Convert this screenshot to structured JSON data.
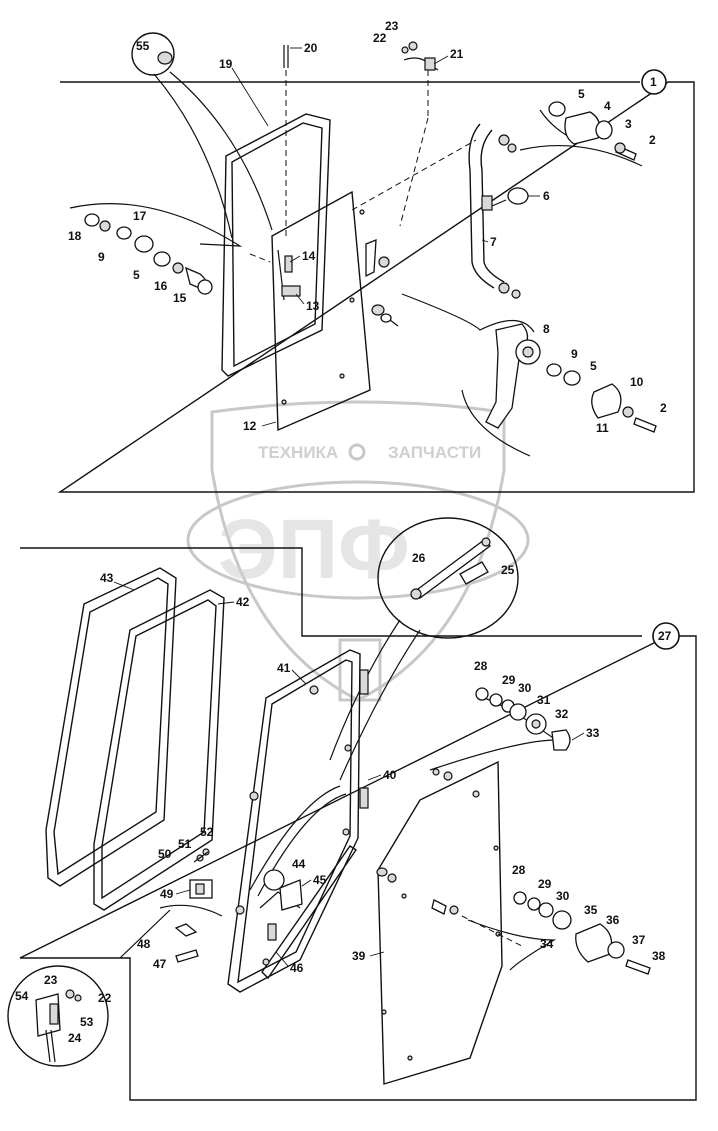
{
  "watermark": {
    "brand_left": "ТЕХНИКА",
    "brand_right": "ЗАПЧАСТИ",
    "logo": "ЭПФ"
  },
  "groups": {
    "top": "1",
    "bottom": "27"
  },
  "callouts": {
    "p2a": "2",
    "p2b": "2",
    "p3": "3",
    "p4": "4",
    "p5a": "5",
    "p5b": "5",
    "p5c": "5",
    "p6": "6",
    "p7": "7",
    "p8": "8",
    "p9a": "9",
    "p9b": "9",
    "p10": "10",
    "p11": "11",
    "p12": "12",
    "p13": "13",
    "p14": "14",
    "p15": "15",
    "p16": "16",
    "p17": "17",
    "p18": "18",
    "p19": "19",
    "p20": "20",
    "p21": "21",
    "p22a": "22",
    "p22b": "22",
    "p23a": "23",
    "p23b": "23",
    "p24": "24",
    "p25": "25",
    "p26": "26",
    "p28a": "28",
    "p28b": "28",
    "p29a": "29",
    "p29b": "29",
    "p30a": "30",
    "p30b": "30",
    "p31": "31",
    "p32": "32",
    "p33": "33",
    "p34": "34",
    "p35": "35",
    "p36": "36",
    "p37": "37",
    "p38": "38",
    "p39": "39",
    "p40": "40",
    "p41": "41",
    "p42": "42",
    "p43": "43",
    "p44": "44",
    "p45": "45",
    "p46": "46",
    "p47": "47",
    "p48": "48",
    "p49": "49",
    "p50": "50",
    "p51": "51",
    "p52": "52",
    "p53": "53",
    "p54": "54",
    "p55": "55"
  }
}
